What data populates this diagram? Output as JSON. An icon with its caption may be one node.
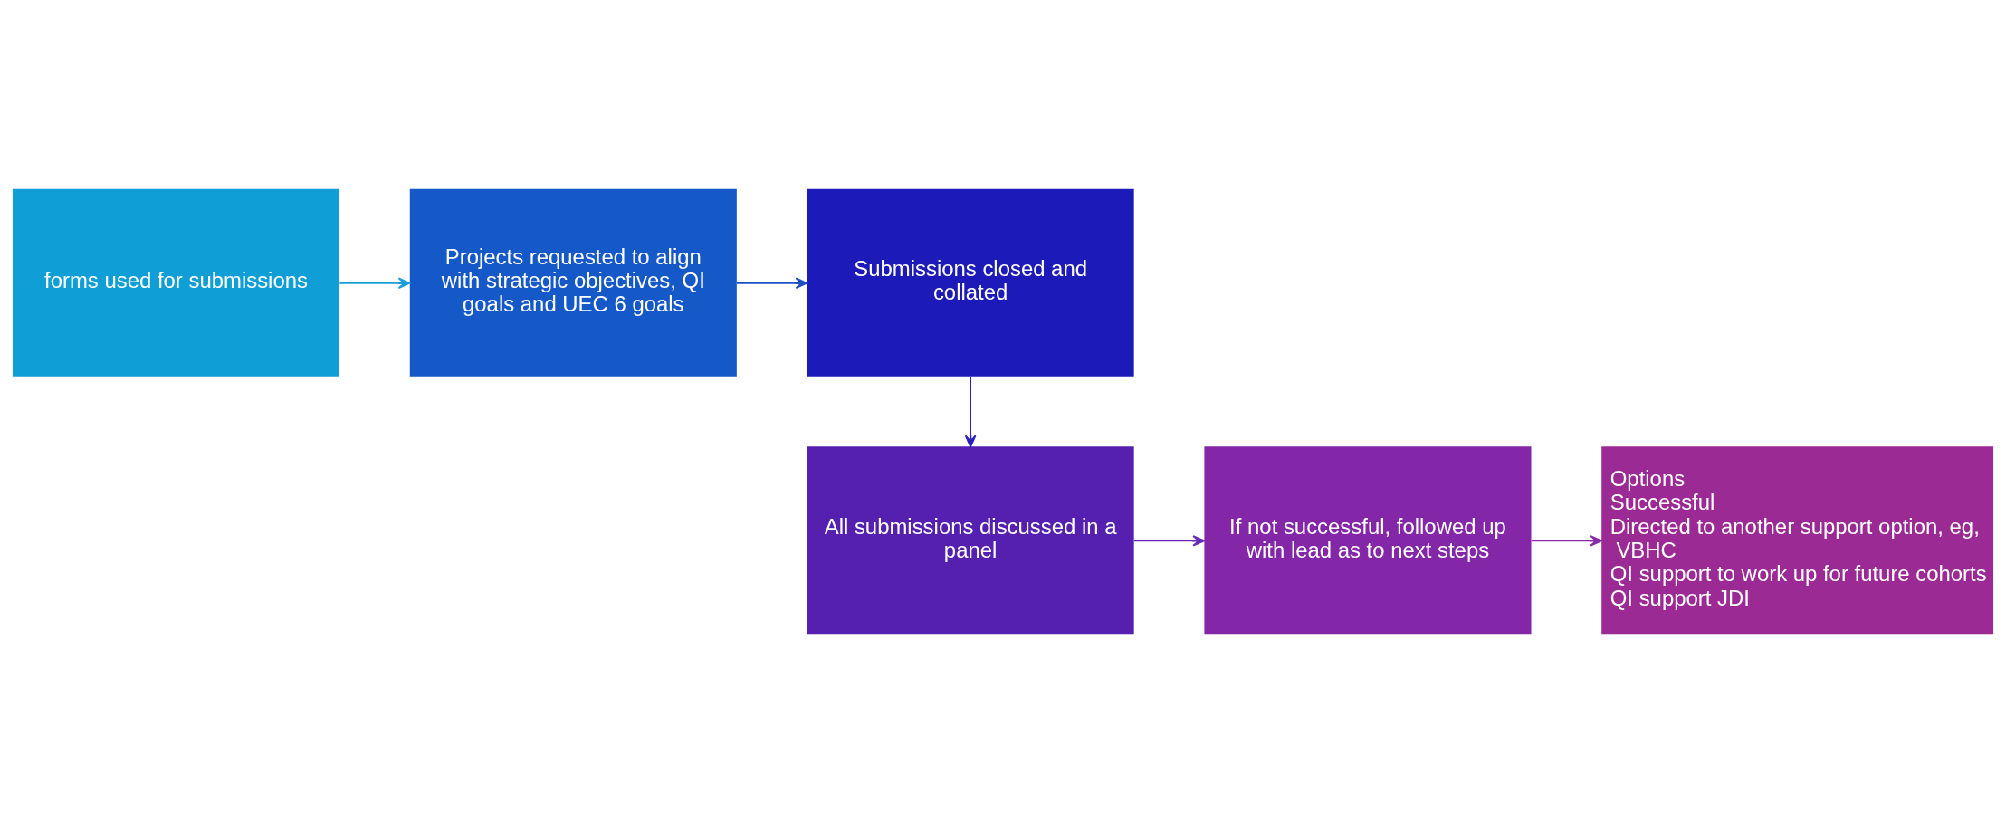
{
  "diagram": {
    "nodes": [
      {
        "text": [
          "forms used for submissions"
        ]
      },
      {
        "text": [
          "Projects requested to align with strategic objectives, QI goals and UEC 6 goals"
        ]
      },
      {
        "text": [
          "Submissions closed and collated"
        ]
      },
      {
        "text": [
          "All submissions discussed in a panel"
        ]
      },
      {
        "text": [
          "If not successful, followed up with lead as to next steps"
        ]
      },
      {
        "text": [
          "Options",
          "Successful",
          "Directed to another support option, eg, VBHC",
          "QI support to work up for future cohorts",
          "QI support JDI"
        ]
      }
    ],
    "edges": [
      {
        "from": 0,
        "to": 1,
        "arrow": "to",
        "color": "#1a9fd8"
      },
      {
        "from": 1,
        "to": 2,
        "arrow": "to",
        "color": "#1f4fc4"
      },
      {
        "from": 2,
        "to": 3,
        "arrow": "to",
        "color": "#2a1fb8"
      },
      {
        "from": 3,
        "to": 4,
        "arrow": "to",
        "color": "#6a2ab8"
      },
      {
        "from": 4,
        "to": 5,
        "arrow": "to",
        "color": "#8a2aa8"
      }
    ]
  }
}
